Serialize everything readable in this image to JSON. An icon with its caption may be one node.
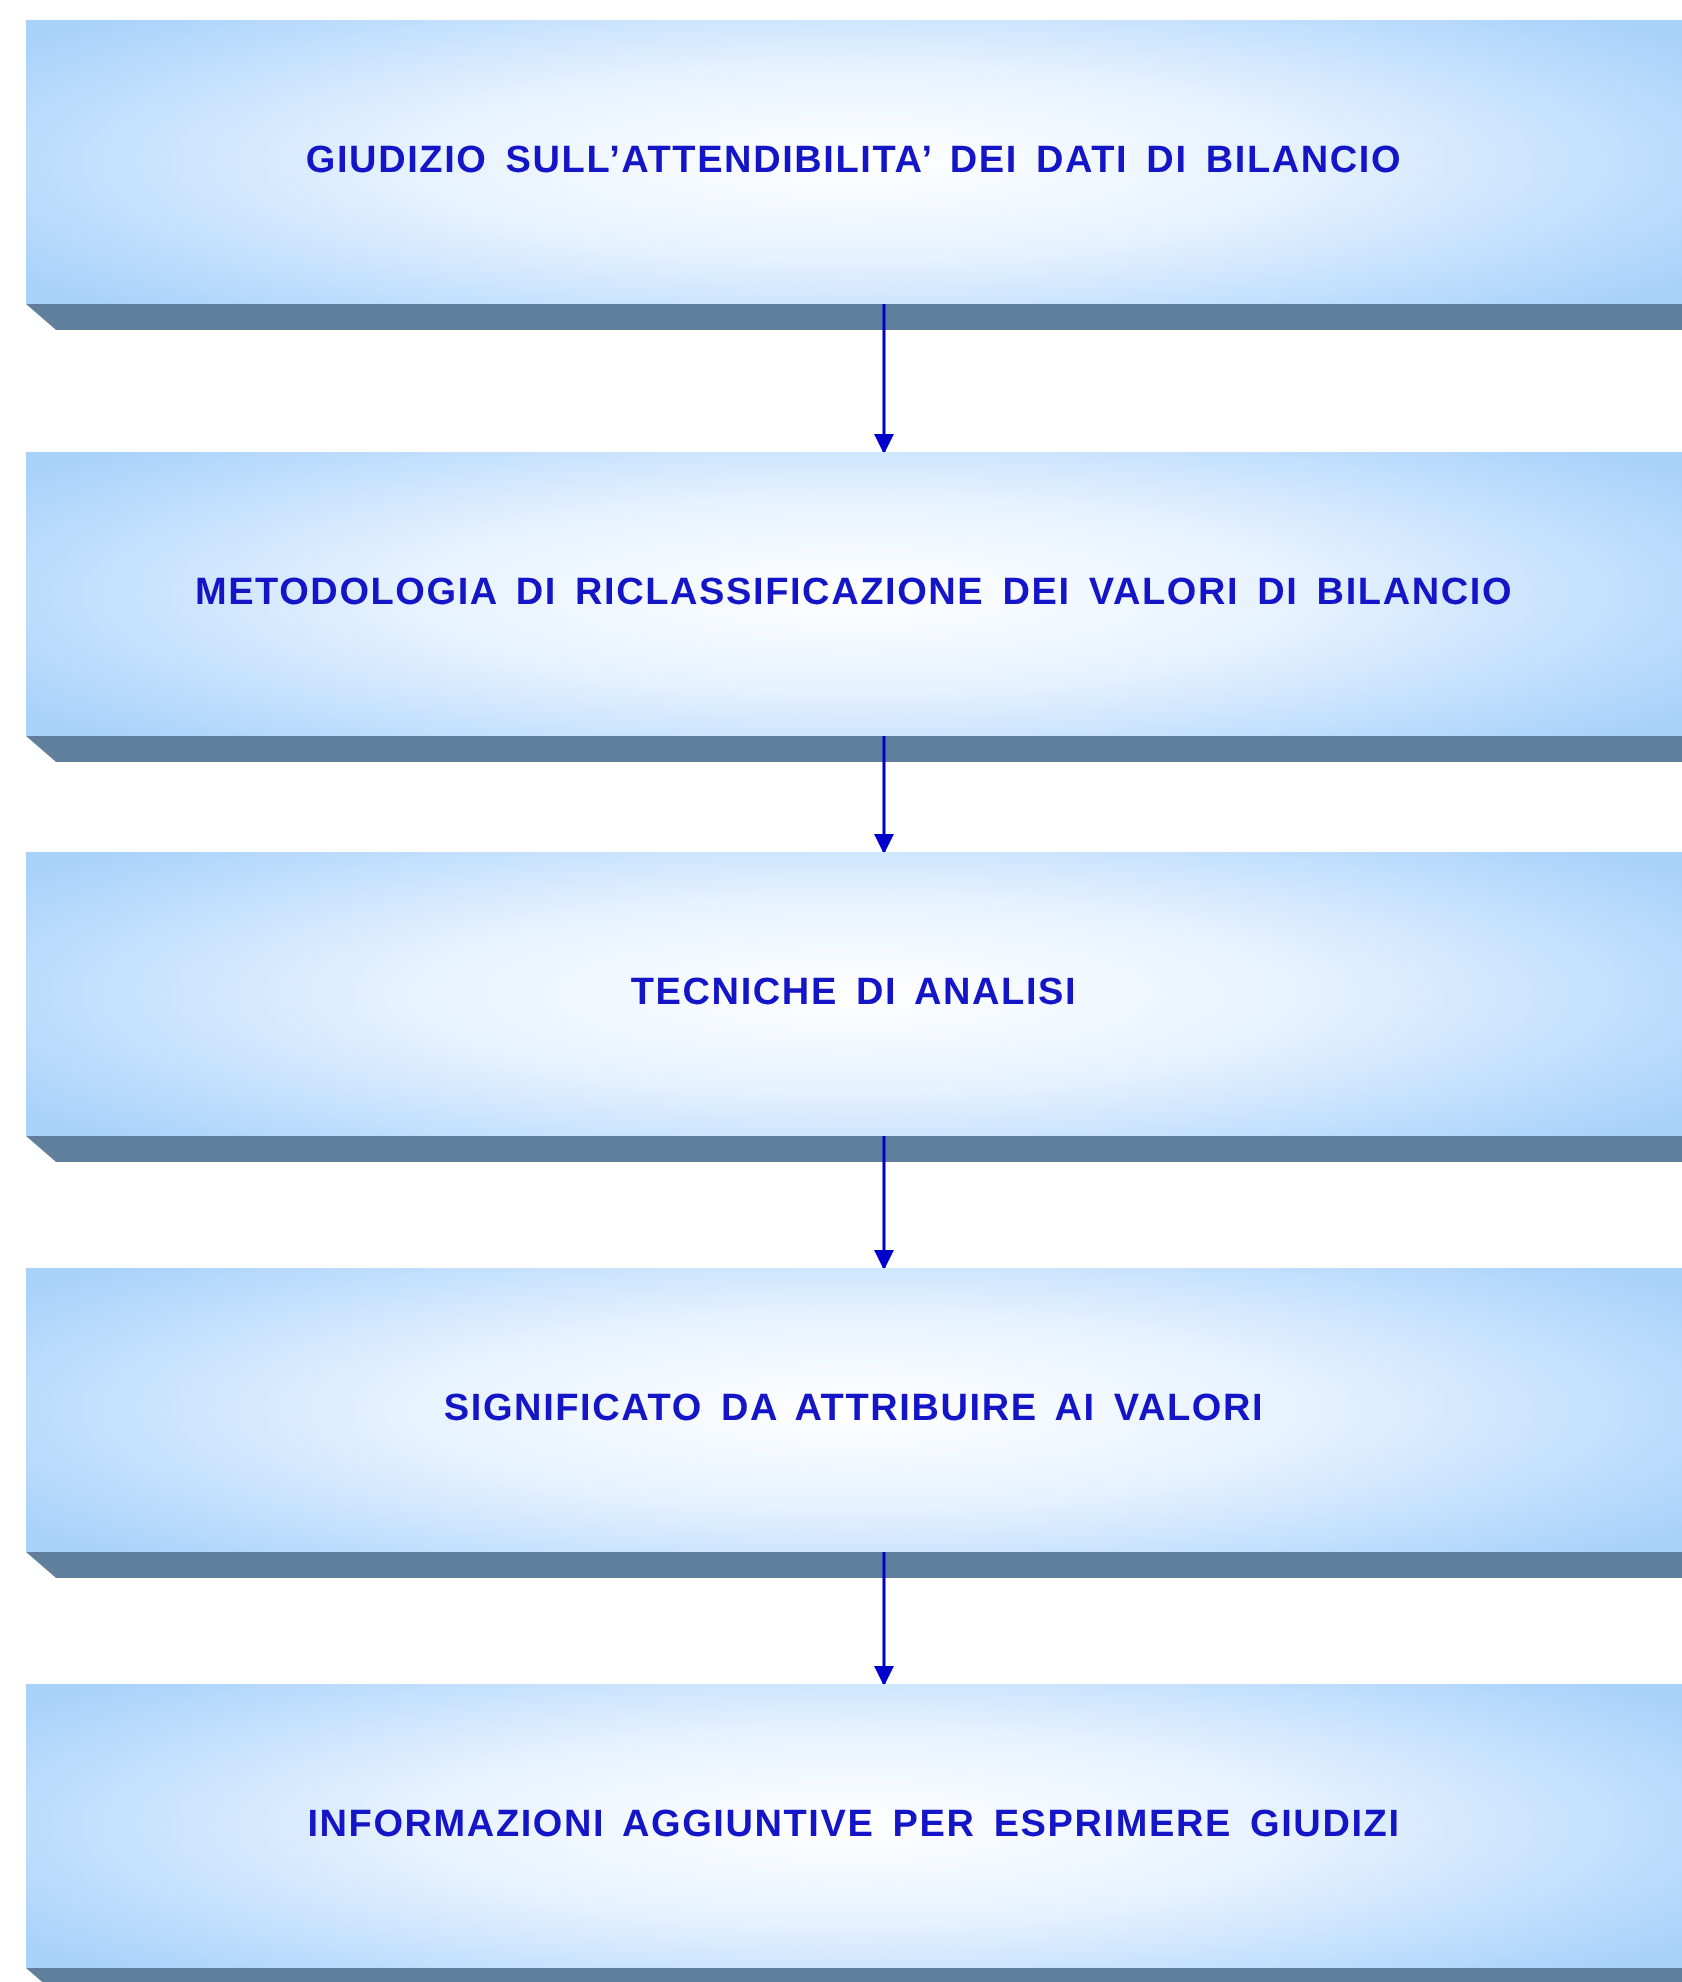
{
  "diagram": {
    "nodes": [
      {
        "text": [
          "GIUDIZIO SULL’ATTENDIBILITA’ DEI DATI DI BILANCIO"
        ]
      },
      {
        "text": [
          "METODOLOGIA DI RICLASSIFICAZIONE DEI VALORI DI BILANCIO"
        ]
      },
      {
        "text": [
          "TECNICHE DI ANALISI"
        ]
      },
      {
        "text": [
          "SIGNIFICATO DA ATTRIBUIRE AI VALORI"
        ]
      },
      {
        "text": [
          "INFORMAZIONI AGGIUNTIVE PER ESPRIMERE GIUDIZI"
        ]
      }
    ],
    "edges": [
      {
        "from": 0,
        "to": 1,
        "arrow": "to"
      },
      {
        "from": 1,
        "to": 2,
        "arrow": "to"
      },
      {
        "from": 2,
        "to": 3,
        "arrow": "to"
      },
      {
        "from": 3,
        "to": 4,
        "arrow": "to"
      }
    ]
  }
}
